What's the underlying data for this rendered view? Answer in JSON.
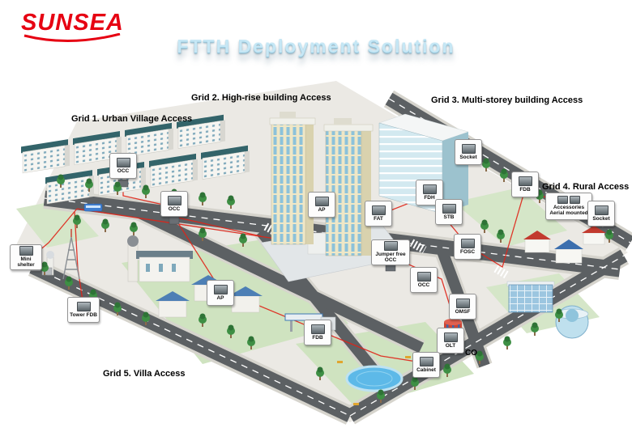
{
  "logo": {
    "text": "SUNSEA"
  },
  "title": {
    "text": "FTTH Deployment Solution"
  },
  "grid_labels": [
    {
      "label": "Grid 1. Urban Village Access"
    },
    {
      "label": "Grid 2. High-rise building Access"
    },
    {
      "label": "Grid 3. Multi-storey building Access"
    },
    {
      "label": "Grid 4. Rural Access"
    },
    {
      "label": "Grid 5. Villa Access"
    }
  ],
  "callouts": [
    {
      "label": "OCC"
    },
    {
      "label": "OCC"
    },
    {
      "label": "Mini shelter"
    },
    {
      "label": "Tower FDB"
    },
    {
      "label": "AP"
    },
    {
      "label": "AP"
    },
    {
      "label": "FAT"
    },
    {
      "label": "FDH"
    },
    {
      "label": "STB"
    },
    {
      "label": "Socket"
    },
    {
      "label": "FDB"
    },
    {
      "label": "Accessories Aerial mounted"
    },
    {
      "label": "Socket"
    },
    {
      "label": "Jumper free OCC"
    },
    {
      "label": "FOSC"
    },
    {
      "label": "OCC"
    },
    {
      "label": "OMSF"
    },
    {
      "label": "FDB"
    },
    {
      "label": "OLT"
    },
    {
      "label": "Cabinet"
    }
  ],
  "standalone_labels": {
    "co": "CO"
  },
  "colors": {
    "logo_red": "#e60012",
    "title_blue": "#c6e7f5",
    "fiber_red": "#e02418",
    "ground_gray": "#ebe9e4",
    "road_gray": "#5c6063",
    "tree_green": "#3e8f44",
    "highrise_cream": "#efe7c6",
    "multistorey_blue": "#d3e9f0"
  }
}
